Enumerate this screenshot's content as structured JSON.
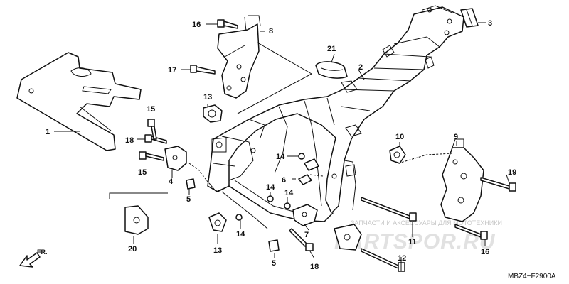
{
  "watermark": {
    "top_text": "ЗАПЧАСТИ И АКСЕССУАРЫ ДЛЯ МОТОТЕХНИКИ",
    "brand_text": "PARTSPOR.RU"
  },
  "direction_label": "FR.",
  "diagram_code": "MBZ4−F2900A",
  "callouts": [
    {
      "id": "c1",
      "label": "1"
    },
    {
      "id": "c2",
      "label": "2"
    },
    {
      "id": "c3",
      "label": "3"
    },
    {
      "id": "c4",
      "label": "4"
    },
    {
      "id": "c5a",
      "label": "5"
    },
    {
      "id": "c5b",
      "label": "5"
    },
    {
      "id": "c6",
      "label": "6"
    },
    {
      "id": "c7",
      "label": "7"
    },
    {
      "id": "c8",
      "label": "8"
    },
    {
      "id": "c9",
      "label": "9"
    },
    {
      "id": "c10",
      "label": "10"
    },
    {
      "id": "c11",
      "label": "11"
    },
    {
      "id": "c12",
      "label": "12"
    },
    {
      "id": "c13a",
      "label": "13"
    },
    {
      "id": "c13b",
      "label": "13"
    },
    {
      "id": "c14a",
      "label": "14"
    },
    {
      "id": "c14b",
      "label": "14"
    },
    {
      "id": "c14c",
      "label": "14"
    },
    {
      "id": "c14d",
      "label": "14"
    },
    {
      "id": "c15a",
      "label": "15"
    },
    {
      "id": "c15b",
      "label": "15"
    },
    {
      "id": "c16a",
      "label": "16"
    },
    {
      "id": "c16b",
      "label": "16"
    },
    {
      "id": "c17",
      "label": "17"
    },
    {
      "id": "c18a",
      "label": "18"
    },
    {
      "id": "c18b",
      "label": "18"
    },
    {
      "id": "c19",
      "label": "19"
    },
    {
      "id": "c20",
      "label": "20"
    },
    {
      "id": "c21",
      "label": "21"
    }
  ]
}
